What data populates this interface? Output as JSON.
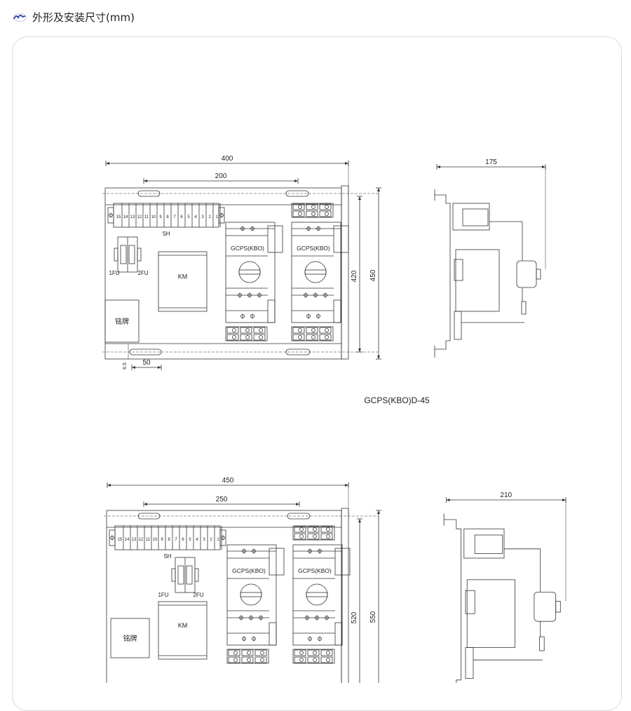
{
  "header": {
    "title": "外形及安装尺寸(mm)",
    "icon": "company-logo-icon"
  },
  "diagrams": [
    {
      "model": "GCPS(KBO)D-45",
      "dims": {
        "width": "400",
        "slot_spacing": "200",
        "mount_height": "420",
        "height": "450",
        "edge": "6.5",
        "slot_offset": "50",
        "depth": "175"
      },
      "labels": {
        "terminal_block": "SH",
        "fuse1": "1FU",
        "fuse2": "2FU",
        "contactor": "KM",
        "nameplate": "铭牌",
        "switch1": "GCPS(KBO)",
        "switch2": "GCPS(KBO)",
        "terminal_numbers": [
          "15",
          "14",
          "13",
          "12",
          "11",
          "10",
          "9",
          "8",
          "7",
          "6",
          "5",
          "4",
          "3",
          "2",
          "1"
        ]
      }
    },
    {
      "dims": {
        "width": "450",
        "slot_spacing": "250",
        "mount_height": "520",
        "height": "550",
        "depth": "210"
      },
      "labels": {
        "terminal_block": "SH",
        "fuse1": "1FU",
        "fuse2": "2FU",
        "contactor": "KM",
        "nameplate": "铭牌",
        "switch1": "GCPS(KBO)",
        "switch2": "GCPS(KBO)",
        "terminal_numbers": [
          "15",
          "14",
          "13",
          "12",
          "11",
          "10",
          "9",
          "8",
          "7",
          "6",
          "5",
          "4",
          "3",
          "2",
          "1"
        ]
      }
    }
  ]
}
